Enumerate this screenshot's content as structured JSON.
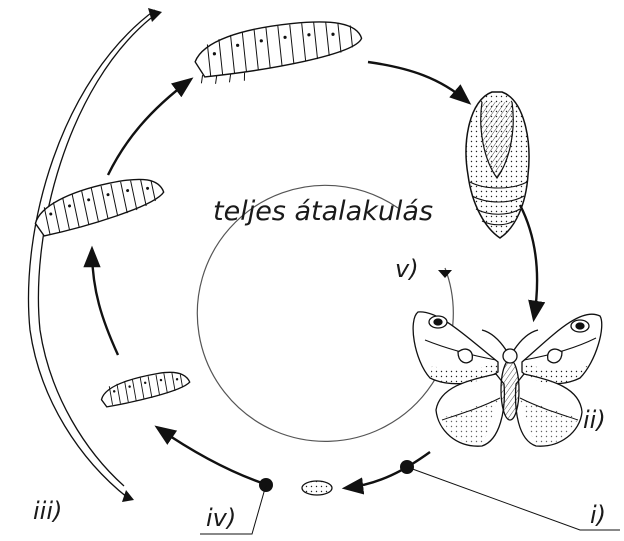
{
  "diagram": {
    "title": "teljes átalakulás",
    "center_label": "v)",
    "labels": {
      "egg": "i)",
      "adult": "ii)",
      "outer_cycle": "iii)",
      "larva_start": "iv)"
    },
    "stages": [
      "egg",
      "small-larva",
      "medium-larva",
      "large-larva",
      "pupa",
      "adult-moth"
    ]
  }
}
